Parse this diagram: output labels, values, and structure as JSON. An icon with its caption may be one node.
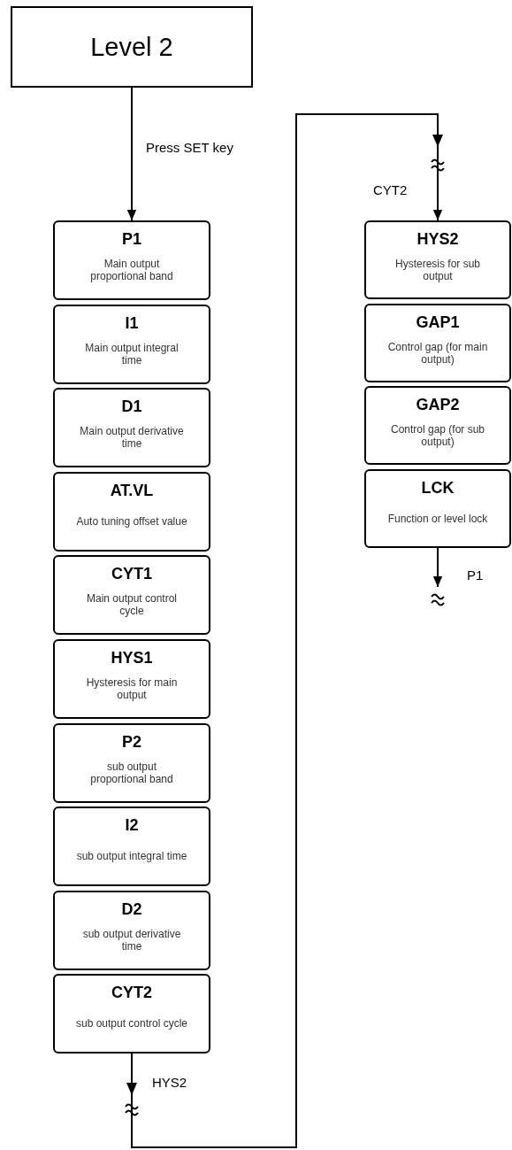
{
  "diagram": {
    "nodes": [
      {
        "text": [
          "Level 2"
        ]
      },
      {
        "text": [
          "P1",
          "Main output proportional band"
        ]
      },
      {
        "text": [
          "I1",
          "Main output integral time"
        ]
      },
      {
        "text": [
          "D1",
          "Main output derivative time"
        ]
      },
      {
        "text": [
          "AT.VL",
          "Auto tuning offset value"
        ]
      },
      {
        "text": [
          "CYT1",
          "Main output control cycle"
        ]
      },
      {
        "text": [
          "HYS1",
          "Hysteresis for main output"
        ]
      },
      {
        "text": [
          "P2",
          "sub output proportional band"
        ]
      },
      {
        "text": [
          "I2",
          "sub output integral time"
        ]
      },
      {
        "text": [
          "D2",
          "sub output derivative time"
        ]
      },
      {
        "text": [
          "CYT2",
          "sub output control cycle"
        ]
      },
      {
        "text": [
          "HYS2",
          "Hysteresis for sub output"
        ]
      },
      {
        "text": [
          "GAP1",
          "Control gap (for main output)"
        ]
      },
      {
        "text": [
          "GAP2",
          "Control gap (for sub output)"
        ]
      },
      {
        "text": [
          "LCK",
          "Function or level lock"
        ]
      }
    ],
    "edges": [
      {
        "from": 0,
        "to": 1,
        "arrow": "to",
        "label": "Press SET key"
      },
      {
        "from": 10,
        "to": 11,
        "arrow": "to"
      },
      {
        "from": 14,
        "to": null,
        "arrow": "to",
        "label": "P1"
      }
    ],
    "labels": [
      "HYS2",
      "CYT2"
    ]
  }
}
